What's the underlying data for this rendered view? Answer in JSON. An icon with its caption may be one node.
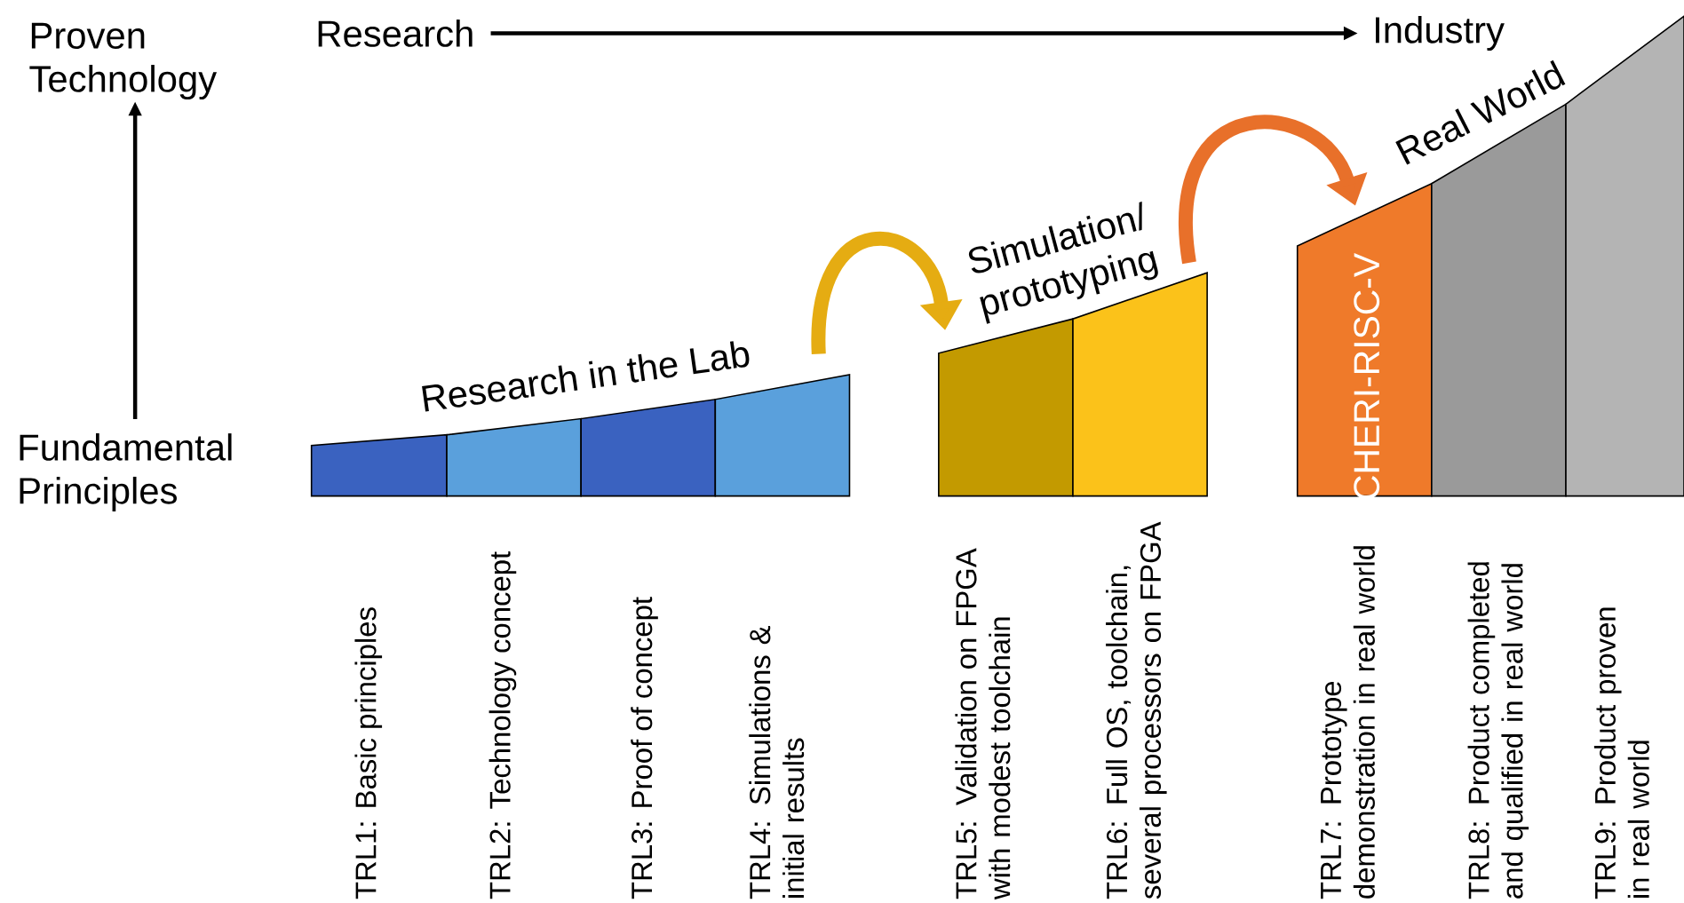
{
  "diagram": {
    "nodes": [
      {
        "text": [
          "Proven Technology"
        ]
      },
      {
        "text": [
          "Research"
        ]
      },
      {
        "text": [
          "Industry"
        ]
      },
      {
        "text": [
          "Fundamental Principles"
        ]
      },
      {
        "text": [],
        "shape": "bar"
      },
      {
        "text": [],
        "shape": "bar"
      },
      {
        "text": [],
        "shape": "bar"
      },
      {
        "text": [],
        "shape": "bar"
      },
      {
        "text": [],
        "shape": "bar"
      },
      {
        "text": [],
        "shape": "bar"
      },
      {
        "text": [
          "CHERI-RISC-V"
        ]
      },
      {
        "text": [],
        "shape": "bar"
      },
      {
        "text": [],
        "shape": "bar"
      }
    ],
    "edges": [
      {
        "from": 3,
        "to": 0,
        "arrow": "to"
      },
      {
        "from": 1,
        "to": 2,
        "arrow": "to"
      },
      {
        "from": 7,
        "to": 8,
        "arrow": "to",
        "style": "thick",
        "color": "#e5ac12"
      },
      {
        "from": 9,
        "to": 10,
        "arrow": "to",
        "style": "thick",
        "color": "#e8702a"
      }
    ],
    "labels": [
      "Research in the Lab",
      "Simulation/ prototyping",
      "Real World",
      "TRL1: Basic principles",
      "TRL2: Technology concept",
      "TRL3: Proof of concept",
      "TRL4: Simulations & initial results",
      "TRL5: Validation on FPGA with modest toolchain",
      "TRL6: Full OS, toolchain, several processors on FPGA",
      "TRL7: Prototype demonstration in real world",
      "TRL8: Product completed and qualified in real world",
      "TRL9: Product proven in real world"
    ]
  }
}
